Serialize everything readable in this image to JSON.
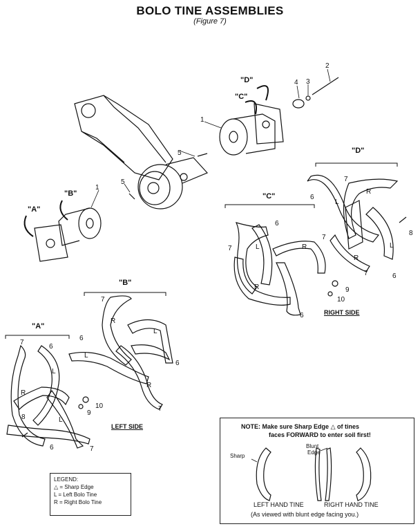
{
  "title": "BOLO TINE ASSEMBLIES",
  "subtitle": "(Figure 7)",
  "callouts": {
    "A_top": "\"A\"",
    "B_top": "\"B\"",
    "C_top": "\"C\"",
    "D_top": "\"D\"",
    "C_group": "\"C\"",
    "D_group": "\"D\"",
    "B_group": "\"B\"",
    "A_group": "\"A\""
  },
  "part_numbers": {
    "p1a": "1",
    "p1b": "1",
    "p2": "2",
    "p3": "3",
    "p4": "4",
    "p5a": "5",
    "p5b": "5",
    "p6a": "6",
    "p6b": "6",
    "p6c": "6",
    "p6d": "6",
    "p6e": "6",
    "p6f": "6",
    "p6g": "6",
    "p6h": "6",
    "p7a": "7",
    "p7b": "7",
    "p7c": "7",
    "p7d": "7",
    "p7e": "7",
    "p7f": "7",
    "p7g": "7",
    "p7h": "7",
    "p8a": "8",
    "p8b": "8",
    "p9a": "9",
    "p9b": "9",
    "p10a": "10",
    "p10b": "10"
  },
  "tine_letters": {
    "L": "L",
    "R": "R"
  },
  "sides": {
    "right": "RIGHT SIDE",
    "left": "LEFT SIDE"
  },
  "legend": {
    "title": "LEGEND:",
    "line1": "= Sharp Edge",
    "line2": "L  = Left Bolo Tine",
    "line3": "R  = Right Bolo Tine"
  },
  "note": {
    "text_a": "NOTE: Make sure Sharp Edge",
    "text_b": "of tines",
    "line2a": "faces",
    "line2b": "FORWARD",
    "line2c": "to enter soil first!",
    "sharp": "Sharp",
    "blunt": "Blunt",
    "edge": "Edge",
    "left_tine": "LEFT HAND TINE",
    "right_tine": "RIGHT HAND TINE",
    "caption": "(As viewed with blunt edge facing you.)"
  }
}
